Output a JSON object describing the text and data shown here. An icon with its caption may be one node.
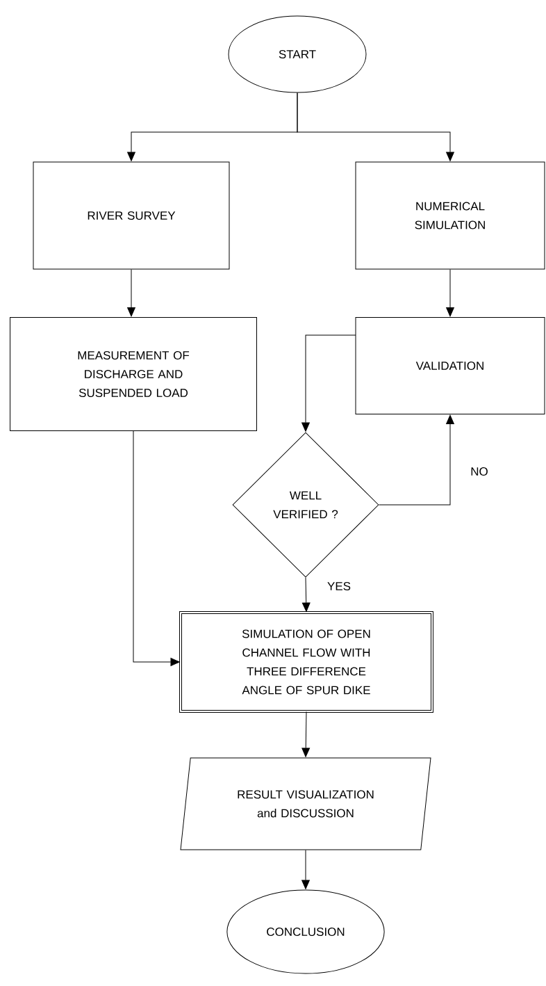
{
  "diagram": {
    "nodes": [
      {
        "text": [
          "START"
        ]
      },
      {
        "text": [
          "RIVER SURVEY"
        ]
      },
      {
        "text": [
          "NUMERICAL SIMULATION"
        ]
      },
      {
        "text": [
          "MEASUREMENT OF DISCHARGE AND SUSPENDED LOAD"
        ]
      },
      {
        "text": [
          "VALIDATION"
        ]
      },
      {
        "text": [
          "WELL VERIFIED ?"
        ]
      },
      {
        "text": [
          "SIMULATION OF OPEN CHANNEL FLOW WITH THREE DIFFERENCE ANGLE OF SPUR DIKE"
        ]
      },
      {
        "text": [
          "RESULT VISUALIZATION and DISCUSSION"
        ]
      },
      {
        "text": [
          "CONCLUSION"
        ]
      }
    ],
    "edges": [
      {
        "from": 0,
        "to": 1,
        "arrow": "to"
      },
      {
        "from": 0,
        "to": 2,
        "arrow": "to"
      },
      {
        "from": 1,
        "to": 3,
        "arrow": "to"
      },
      {
        "from": 2,
        "to": 4,
        "arrow": "to"
      },
      {
        "from": 4,
        "to": 5,
        "arrow": "to"
      },
      {
        "from": 5,
        "to": 4,
        "arrow": "to",
        "label": "NO"
      },
      {
        "from": 5,
        "to": 6,
        "arrow": "to",
        "label": "YES"
      },
      {
        "from": 3,
        "to": 6,
        "arrow": "to"
      },
      {
        "from": 6,
        "to": 7,
        "arrow": "to"
      },
      {
        "from": 7,
        "to": 8,
        "arrow": "to"
      }
    ]
  }
}
